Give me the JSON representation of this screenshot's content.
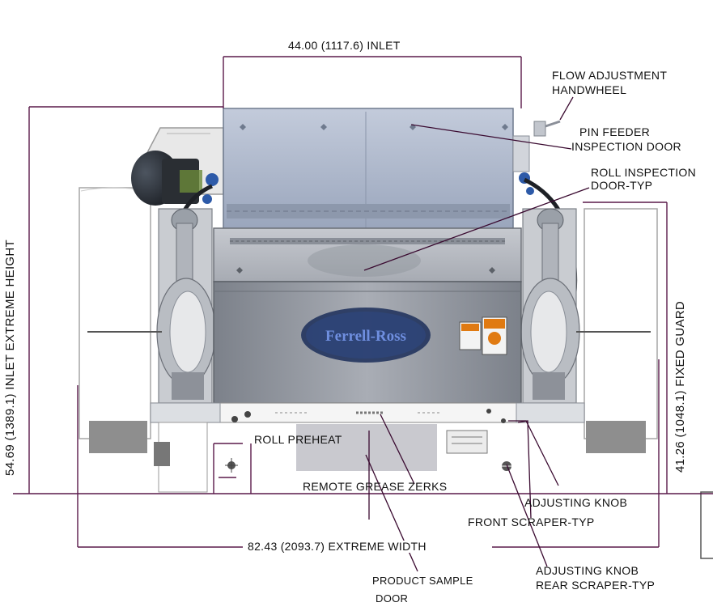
{
  "drawing": {
    "dims": {
      "inlet_width": "44.00 (1117.6) INLET",
      "extreme_width": "82.43 (2093.7) EXTREME WIDTH",
      "inlet_extreme_height": "54.69 (1389.1) INLET EXTREME HEIGHT",
      "fixed_guard": "41.26 (1048.1) FIXED GUARD"
    },
    "callouts": {
      "flow_adjust_1": "FLOW ADJUSTMENT",
      "flow_adjust_2": "HANDWHEEL",
      "pin_feeder_1": "PIN FEEDER",
      "pin_feeder_2": "INSPECTION DOOR",
      "roll_insp_1": "ROLL INSPECTION",
      "roll_insp_2": "DOOR-TYP",
      "roll_preheat": "ROLL PREHEAT",
      "remote_grease": "REMOTE GREASE ZERKS",
      "adj_front_1": "ADJUSTING KNOB",
      "adj_front_2": "FRONT SCRAPER-TYP",
      "adj_rear_1": "ADJUSTING KNOB",
      "adj_rear_2": "REAR SCRAPER-TYP",
      "sample_1": "PRODUCT SAMPLE",
      "sample_2": "DOOR"
    },
    "brand": "Ferrell-Ross",
    "colors": {
      "dim_line": "#5a1a4a",
      "leader": "#3a0a30",
      "hopper": "#aab6cc",
      "housing": "#9a9fa8",
      "logo_fill": "#2a3c6a",
      "logo_text": "#3f5fb0"
    }
  }
}
